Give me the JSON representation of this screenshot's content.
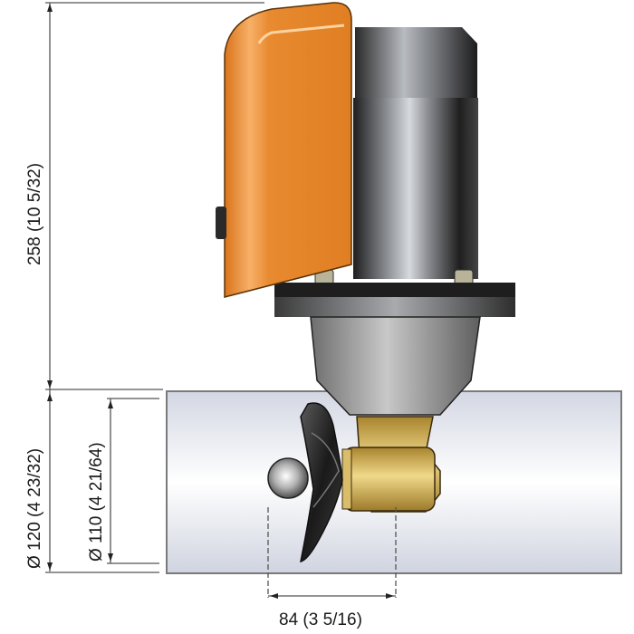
{
  "diagram": {
    "subject": "Electric tunnel thruster (motor, mounting flange, leg, propeller, tunnel tube)",
    "units_primary": "mm",
    "units_secondary": "inch",
    "dimensions": {
      "height": {
        "mm": "258",
        "inch_whole": "10",
        "inch_frac": "5/32",
        "label": "258 (10 5/32)"
      },
      "tunnel_outer_diameter": {
        "symbol": "Ø",
        "mm": "120",
        "inch_whole": "4",
        "inch_frac": "23/32",
        "label": "Ø 120 (4 23/32)"
      },
      "tunnel_inner_diameter": {
        "symbol": "Ø",
        "mm": "110",
        "inch_whole": "4",
        "inch_frac": "21/64",
        "label": "Ø 110 (4 21/64)"
      },
      "propeller_offset": {
        "mm": "84",
        "inch_whole": "3",
        "inch_frac": "5/16",
        "label": "84 (3 5/16)"
      }
    },
    "colors": {
      "cover_orange": "#e8872a",
      "cover_highlight": "#f6b56a",
      "motor_dark": "#2b2b2b",
      "motor_light": "#c9ccd0",
      "leg_gray": "#9a9a9a",
      "bronze": "#c9a24a",
      "tube_fill": "#e4e7ef",
      "tube_edge": "#7a7a7a",
      "dim_line": "#555555"
    }
  }
}
